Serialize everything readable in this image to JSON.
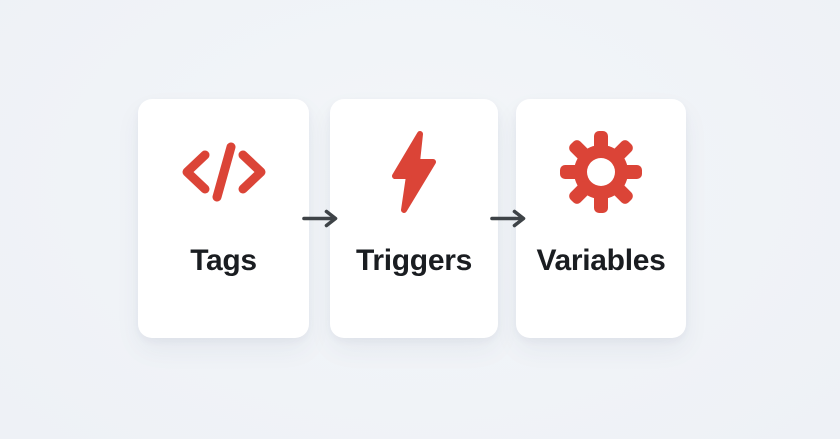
{
  "diagram": {
    "description": "Flow of three concept cards connected by right arrows",
    "cards": [
      {
        "label": "Tags",
        "icon": "code-icon"
      },
      {
        "label": "Triggers",
        "icon": "lightning-icon"
      },
      {
        "label": "Variables",
        "icon": "gear-icon"
      }
    ],
    "connectors": [
      {
        "icon": "right-arrow-icon",
        "from": "Tags",
        "to": "Triggers"
      },
      {
        "icon": "right-arrow-icon",
        "from": "Triggers",
        "to": "Variables"
      }
    ]
  },
  "colors": {
    "accent_red": "#db4437",
    "arrow_gray": "#3e4347",
    "text_dark": "#1a1d21",
    "card_background": "#ffffff",
    "page_background": "#eef1f6"
  }
}
